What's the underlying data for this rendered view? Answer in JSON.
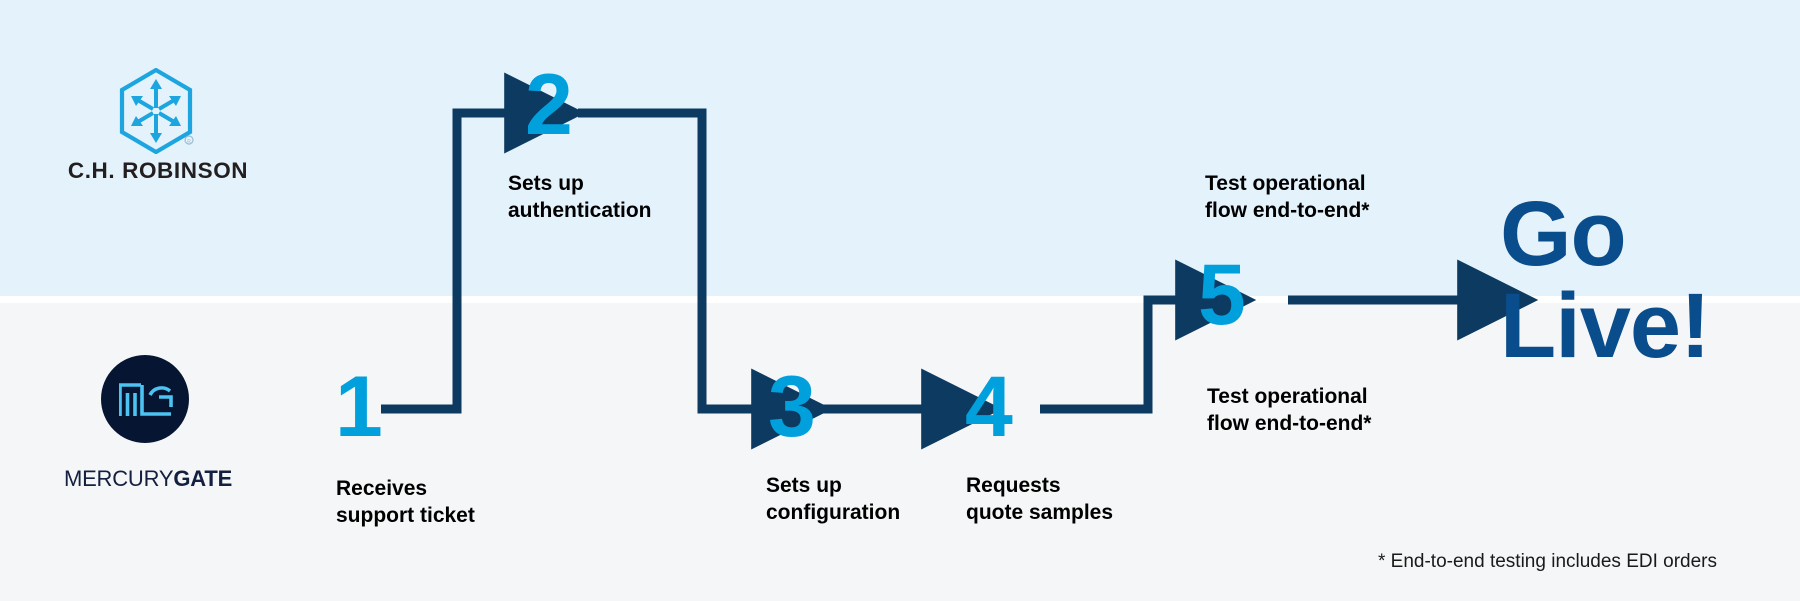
{
  "theme": {
    "band_top_color": "#e3f2fb",
    "band_bottom_color": "#f5f6f7",
    "accent_blue": "#00a0dd",
    "navy": "#0d3a60",
    "golive_blue": "#0a4d8c",
    "text_black": "#000000"
  },
  "lanes": {
    "top_owner": "C.H. ROBINSON",
    "bottom_owner": "MERCURYGATE"
  },
  "logos": {
    "chrobinson": {
      "icon_name": "ch-robinson-cube-icon",
      "wordmark": "C.H. ROBINSON",
      "registered_mark": "®"
    },
    "mercurygate": {
      "icon_name": "mercurygate-mg-monogram-icon",
      "wordmark_light": "MERCURY",
      "wordmark_bold": "GATE"
    }
  },
  "steps": [
    {
      "number": "1",
      "label": "Receives\nsupport ticket",
      "lane": "bottom"
    },
    {
      "number": "2",
      "label": "Sets up\nauthentication",
      "lane": "top"
    },
    {
      "number": "3",
      "label": "Sets up\nconfiguration",
      "lane": "bottom"
    },
    {
      "number": "4",
      "label": "Requests\nquote samples",
      "lane": "bottom"
    },
    {
      "number": "5",
      "label_top": "Test operational\nflow end-to-end*",
      "label_bottom": "Test operational\nflow end-to-end*",
      "lane": "both"
    }
  ],
  "outcome": {
    "line1": "Go",
    "line2": "Live!",
    "text": "Go\nLive!"
  },
  "footnote": {
    "text": "* End-to-end testing includes EDI orders"
  }
}
